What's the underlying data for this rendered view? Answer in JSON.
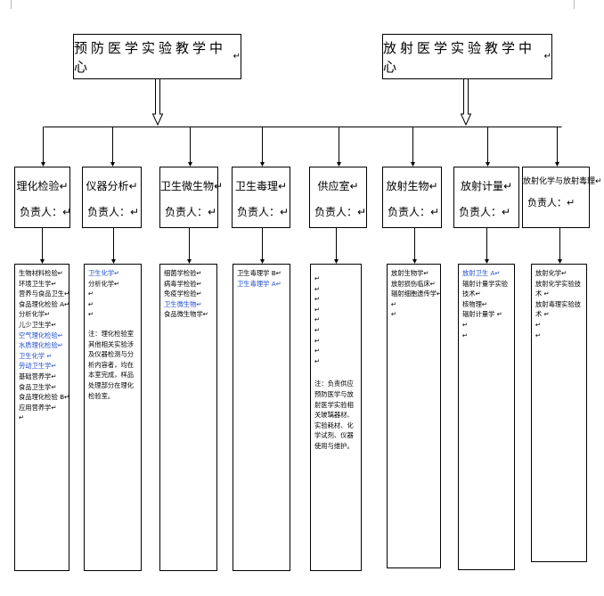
{
  "centers": [
    {
      "label": "预防医学实验教学中心",
      "mark": "↵"
    },
    {
      "label": "放射医学实验教学中心",
      "mark": "↵"
    }
  ],
  "departments": [
    {
      "title": "理化检验↵",
      "responsible": "负责人：↵",
      "items": [
        {
          "text": "生物材料检验↵",
          "color": "#000000"
        },
        {
          "text": "环境卫生学↵",
          "color": "#000000"
        },
        {
          "text": "营养与食品卫生↵",
          "color": "#000000"
        },
        {
          "text": "食品理化检验 A↵",
          "color": "#000000"
        },
        {
          "text": "分析化学↵",
          "color": "#000000"
        },
        {
          "text": "儿少卫生学↵",
          "color": "#000000"
        },
        {
          "text": "空气理化检验↵",
          "color": "#1f4fd0"
        },
        {
          "text": "水质理化检验↵",
          "color": "#1f4fd0"
        },
        {
          "text": "卫生化学 ↵",
          "color": "#1f4fd0"
        },
        {
          "text": "劳动卫生学↵",
          "color": "#1f4fd0"
        },
        {
          "text": "基础营养学↵",
          "color": "#000000"
        },
        {
          "text": "食品卫生学↵",
          "color": "#000000"
        },
        {
          "text": "食品理化检验 B↵",
          "color": "#000000"
        },
        {
          "text": "应用营养学↵",
          "color": "#000000"
        },
        {
          "text": "↵",
          "color": "#000000"
        }
      ],
      "note": ""
    },
    {
      "title": "仪器分析↵",
      "responsible": "负责人：↵",
      "items": [
        {
          "text": "卫生化学↵",
          "color": "#1f4fd0"
        },
        {
          "text": "分析化学↵",
          "color": "#000000"
        },
        {
          "text": "↵",
          "color": "#000000"
        },
        {
          "text": "↵",
          "color": "#000000"
        },
        {
          "text": "↵",
          "color": "#000000"
        }
      ],
      "note": "注：理化检验室其他相关实验涉及仪器检测与分析内容者，均在本室完成，样品处理部分在理化检验室。"
    },
    {
      "title": "卫生微生物↵",
      "responsible": "负责人：↵",
      "items": [
        {
          "text": "细菌学检验↵",
          "color": "#000000"
        },
        {
          "text": "病毒学检验↵",
          "color": "#000000"
        },
        {
          "text": "免疫学检验↵",
          "color": "#000000"
        },
        {
          "text": "卫生微生物↵",
          "color": "#1f4fd0"
        },
        {
          "text": "食品微生物学↵",
          "color": "#000000"
        }
      ],
      "note": ""
    },
    {
      "title": "卫生毒理↵",
      "responsible": "负责人：↵",
      "items": [
        {
          "text": "卫生毒理学 B↵",
          "color": "#000000"
        },
        {
          "text": "卫生毒理学 A↵",
          "color": "#1f4fd0"
        }
      ],
      "note": ""
    },
    {
      "title": "供应室↵",
      "responsible": "负责人：↵",
      "items": [
        {
          "text": "↵",
          "color": "#000000"
        },
        {
          "text": "↵",
          "color": "#000000"
        },
        {
          "text": "↵",
          "color": "#000000"
        },
        {
          "text": "↵",
          "color": "#000000"
        },
        {
          "text": "↵",
          "color": "#000000"
        },
        {
          "text": "↵",
          "color": "#000000"
        },
        {
          "text": "↵",
          "color": "#000000"
        },
        {
          "text": "↵",
          "color": "#000000"
        },
        {
          "text": "↵",
          "color": "#000000"
        }
      ],
      "note": "注：负责供应预防医学与放射医学实验相关玻璃器材、实验耗材、化学试剂、仪器使用与维护。"
    },
    {
      "title": "放射生物↵",
      "responsible": "负责人：↵",
      "items": [
        {
          "text": "放射生物学↵",
          "color": "#000000"
        },
        {
          "text": "放射损伤临床↵",
          "color": "#000000"
        },
        {
          "text": "辐射细胞遗传学↵",
          "color": "#000000"
        },
        {
          "text": "↵",
          "color": "#000000"
        },
        {
          "text": "↵",
          "color": "#000000"
        }
      ],
      "note": ""
    },
    {
      "title": "放射计量↵",
      "responsible": "负责人：↵",
      "items": [
        {
          "text": "放射卫生 A↵",
          "color": "#1f4fd0"
        },
        {
          "text": "辐射计量学实验",
          "color": "#000000"
        },
        {
          "text": "技术↵",
          "color": "#000000"
        },
        {
          "text": "核物理↵",
          "color": "#000000"
        },
        {
          "text": "辐射计量学 ↵",
          "color": "#000000"
        },
        {
          "text": "↵",
          "color": "#000000"
        },
        {
          "text": "↵",
          "color": "#000000"
        }
      ],
      "note": ""
    },
    {
      "title": "放射化学与放射毒理↵",
      "responsible": "负责人：↵",
      "items": [
        {
          "text": "放射化学↵",
          "color": "#000000"
        },
        {
          "text": "放射化学实验技",
          "color": "#000000"
        },
        {
          "text": "术 ↵",
          "color": "#000000"
        },
        {
          "text": "放射毒理实验技",
          "color": "#000000"
        },
        {
          "text": "术 ↵",
          "color": "#000000"
        },
        {
          "text": "↵",
          "color": "#000000"
        },
        {
          "text": "↵",
          "color": "#000000"
        }
      ],
      "note": ""
    }
  ]
}
